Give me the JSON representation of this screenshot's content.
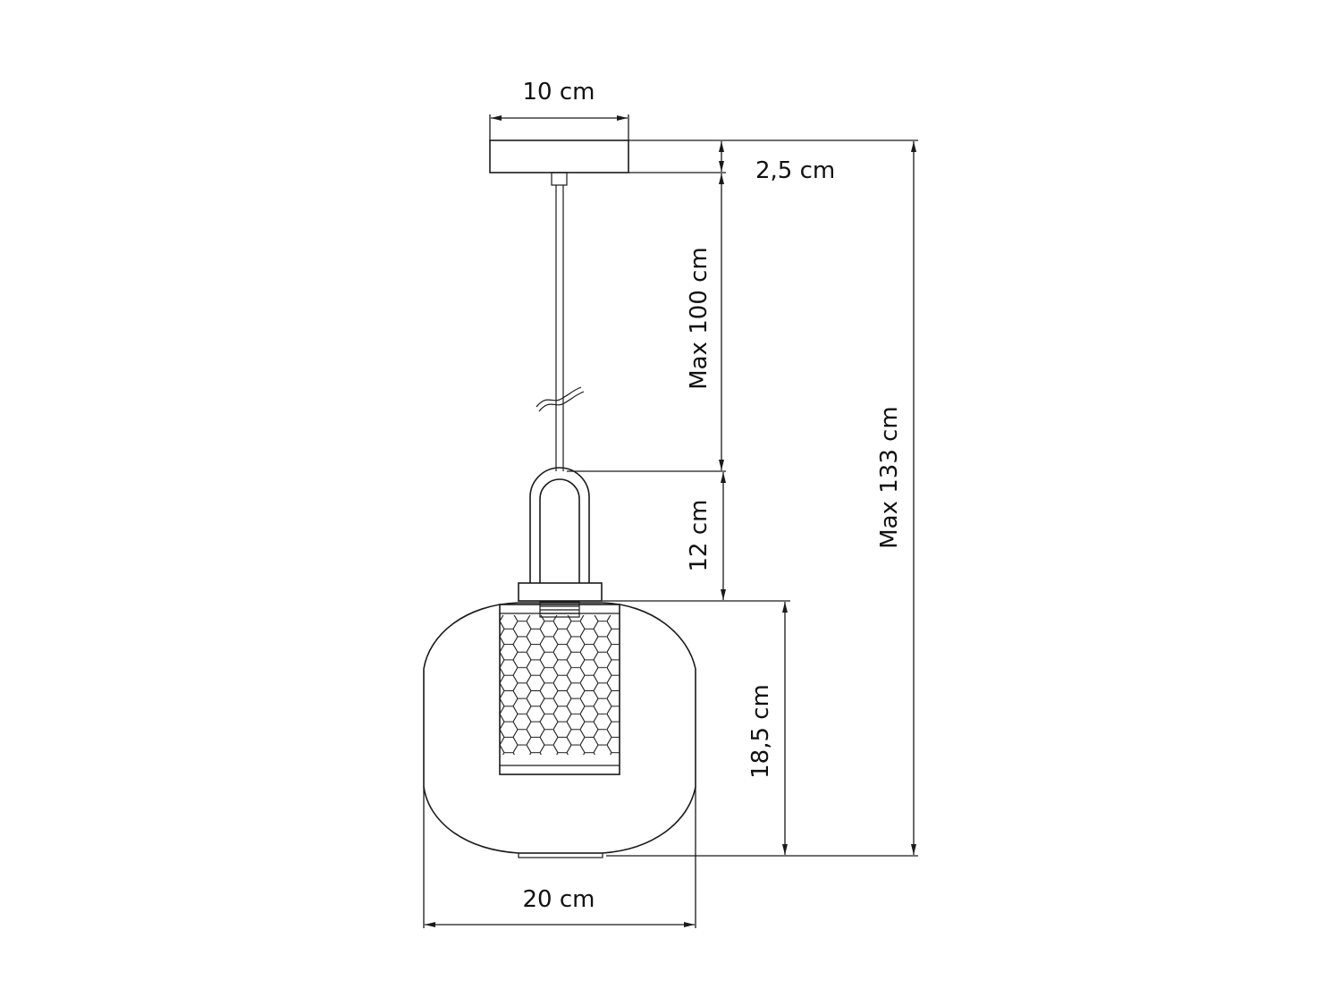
{
  "diagram": {
    "type": "technical-dimension-drawing",
    "subject": "pendant lamp",
    "colors": {
      "line": "#1a1a1a",
      "text": "#111111",
      "background": "#ffffff"
    },
    "dimensions": {
      "canopy_width": "10 cm",
      "canopy_height": "2,5 cm",
      "cable_length": "Max 100 cm",
      "hanger_height": "12 cm",
      "shade_height": "18,5 cm",
      "total_height": "Max 133 cm",
      "shade_width": "20 cm"
    }
  }
}
